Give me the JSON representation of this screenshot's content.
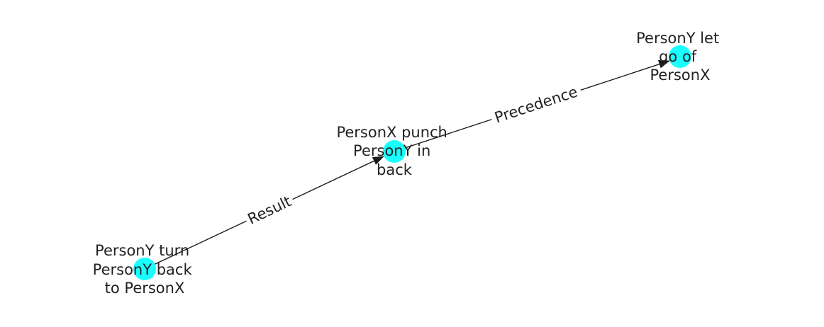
{
  "graph": {
    "node_color": "#19ffff",
    "edge_color": "#1a1a1a",
    "label_background": "#ffffff",
    "nodes": [
      {
        "id": "n1",
        "lines": [
          "PersonY turn",
          "PersonY back",
          "to PersonX"
        ]
      },
      {
        "id": "n2",
        "lines": [
          "PersonX punch",
          "PersonY in",
          "back"
        ]
      },
      {
        "id": "n3",
        "lines": [
          "PersonY let",
          "go of",
          "PersonX"
        ]
      }
    ],
    "edges": [
      {
        "id": "e1",
        "source": "n1",
        "target": "n2",
        "label": "Result"
      },
      {
        "id": "e2",
        "source": "n2",
        "target": "n3",
        "label": "Precedence"
      }
    ]
  }
}
